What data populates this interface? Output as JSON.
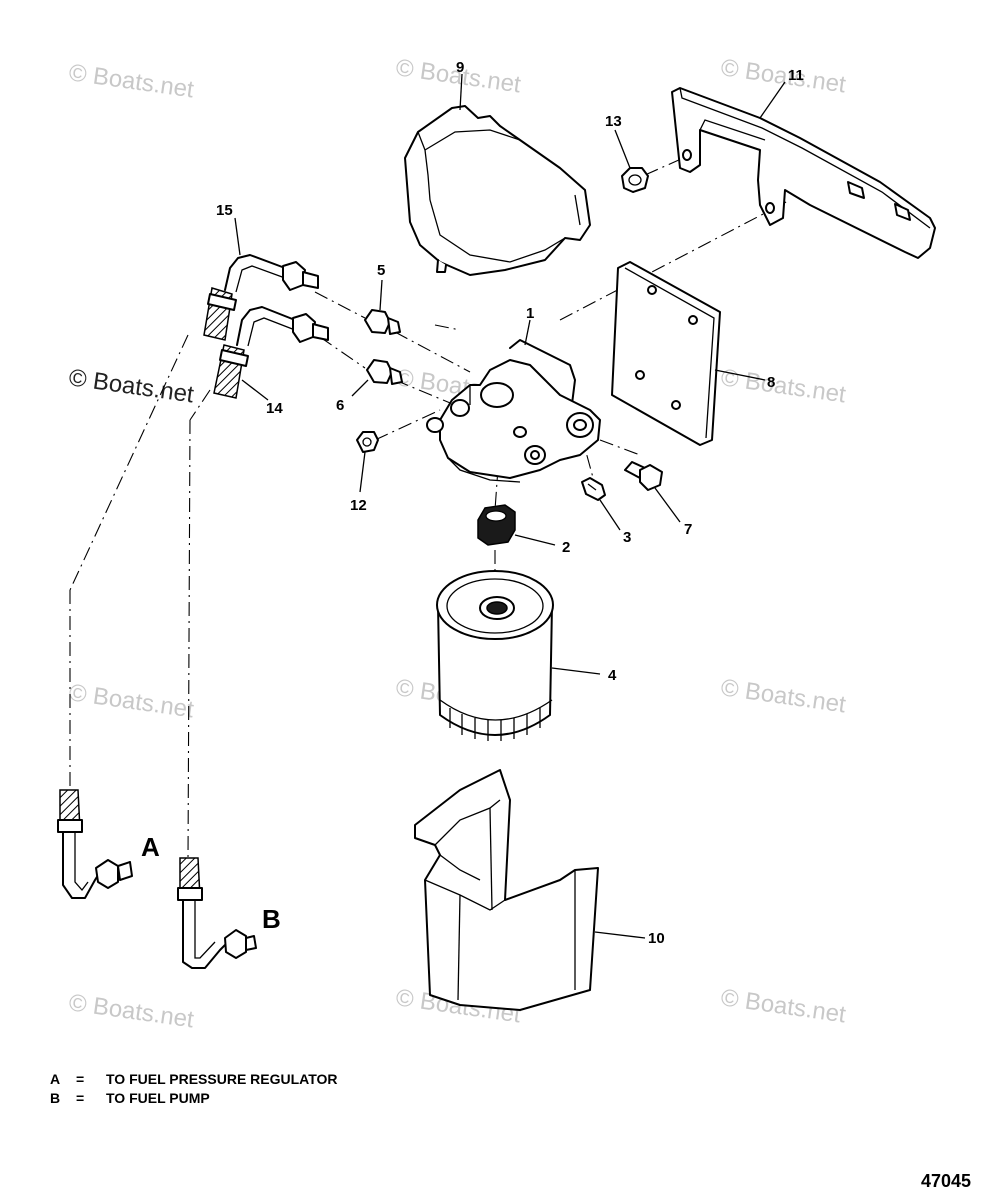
{
  "watermark": "© Boats.net",
  "callouts": {
    "c1": "1",
    "c2": "2",
    "c3": "3",
    "c4": "4",
    "c5": "5",
    "c6": "6",
    "c7": "7",
    "c8": "8",
    "c9": "9",
    "c10": "10",
    "c11": "11",
    "c12": "12",
    "c13": "13",
    "c14": "14",
    "c15": "15"
  },
  "letters": {
    "a": "A",
    "b": "B"
  },
  "legend": [
    {
      "key": "A",
      "sep": "=",
      "text": "TO FUEL PRESSURE REGULATOR"
    },
    {
      "key": "B",
      "sep": "=",
      "text": "TO FUEL PUMP"
    }
  ],
  "diagram_code": "47045"
}
